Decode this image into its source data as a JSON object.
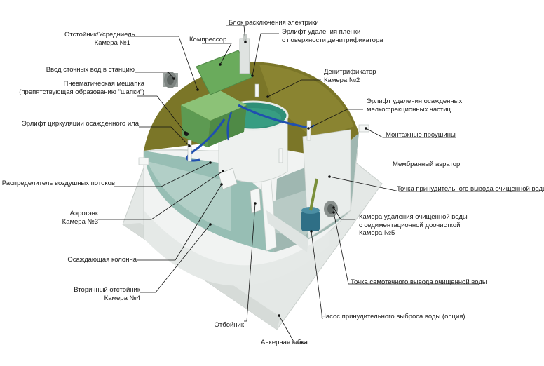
{
  "labels": {
    "block_electric": "Блок расключения электрики",
    "settler_l1": "Отстойник/Усредниель",
    "settler_l2": "Камера №1",
    "compressor": "Компрессор",
    "airlift_film_l1": "Эрлифт удаления пленки",
    "airlift_film_l2": "с поверхности денитрификатора",
    "inlet": "Ввод сточных вод в станцию",
    "denitrifier_l1": "Денитрификатор",
    "denitrifier_l2": "Камера №2",
    "pneumo_bag_l1": "Пневматическая мешапка",
    "pneumo_bag_l2": "(препятствующая образованию \"шапки\")",
    "airlift_fine_l1": "Эрлифт удаления осажденных",
    "airlift_fine_l2": "мелкофракционных частиц",
    "airlift_sludge": "Эрлифт циркуляции осажденного ила",
    "mount_eyes": "Монтажные проушины",
    "membrane": "Мембранный аэратор",
    "distributor": "Распределитель воздушных потоков",
    "forced_outlet": "Точка принудительного вывода очищенной воды",
    "aerotank_l1": "Аэротэнк",
    "aerotank_l2": "Камера №3",
    "removal_l1": "Камера удаления очищенной воды",
    "removal_l2": "с седиментационной доочисткой",
    "removal_l3": "Камера №5",
    "column": "Осаждающая колонна",
    "gravity_outlet": "Точка самотечного вывода очищенной воды",
    "secondary_l1": "Вторичный отстойник",
    "secondary_l2": "Камера №4",
    "pump": "Насос принудительного выброса воды (опция)",
    "deflector": "Отбойник",
    "skirt": "Анкерная юбка"
  },
  "colors": {
    "olive": "#6e6a22",
    "olive_light": "#8c8530",
    "teal": "#8fb7ad",
    "teal_light": "#b9d3cc",
    "green_box": "#66a45a",
    "wall": "#eef1ef",
    "skirt": "#e3e7e5",
    "pipe": "#1f4fb0",
    "leader": "#111111"
  }
}
